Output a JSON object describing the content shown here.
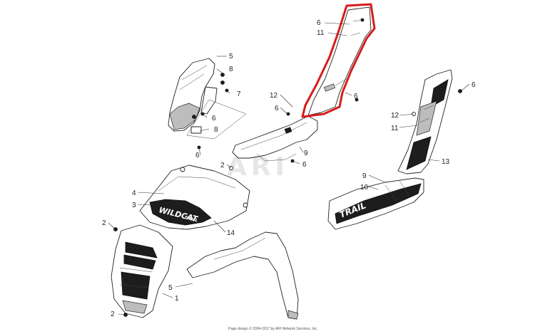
{
  "callouts": [
    {
      "id": "c6a",
      "text": "6"
    },
    {
      "id": "c11a",
      "text": "11"
    },
    {
      "id": "c5a",
      "text": "5"
    },
    {
      "id": "c8a",
      "text": "8"
    },
    {
      "id": "c7",
      "text": "7"
    },
    {
      "id": "c6b",
      "text": "6"
    },
    {
      "id": "c8b",
      "text": "8"
    },
    {
      "id": "c6c",
      "text": "6"
    },
    {
      "id": "c12a",
      "text": "12"
    },
    {
      "id": "c6d",
      "text": "6"
    },
    {
      "id": "c6e",
      "text": "6"
    },
    {
      "id": "c9a",
      "text": "9"
    },
    {
      "id": "c6f",
      "text": "6"
    },
    {
      "id": "c2a",
      "text": "2"
    },
    {
      "id": "c4",
      "text": "4"
    },
    {
      "id": "c3",
      "text": "3"
    },
    {
      "id": "c14",
      "text": "14"
    },
    {
      "id": "c2b",
      "text": "2"
    },
    {
      "id": "c5b",
      "text": "5"
    },
    {
      "id": "c1",
      "text": "1"
    },
    {
      "id": "c2c",
      "text": "2"
    },
    {
      "id": "c6g",
      "text": "6"
    },
    {
      "id": "c12b",
      "text": "12"
    },
    {
      "id": "c11b",
      "text": "11"
    },
    {
      "id": "c13",
      "text": "13"
    },
    {
      "id": "c9b",
      "text": "9"
    },
    {
      "id": "c10",
      "text": "10"
    }
  ],
  "watermark": "ARI",
  "hood_decal_text": "WILDCAT",
  "hood_decal_subtext": "TRAIL",
  "side_panel_decal_text": "TRAIL",
  "footer": "Page design © 2004-2017 by ARI Network Services, Inc.",
  "highlight_color": "#d81b1b"
}
